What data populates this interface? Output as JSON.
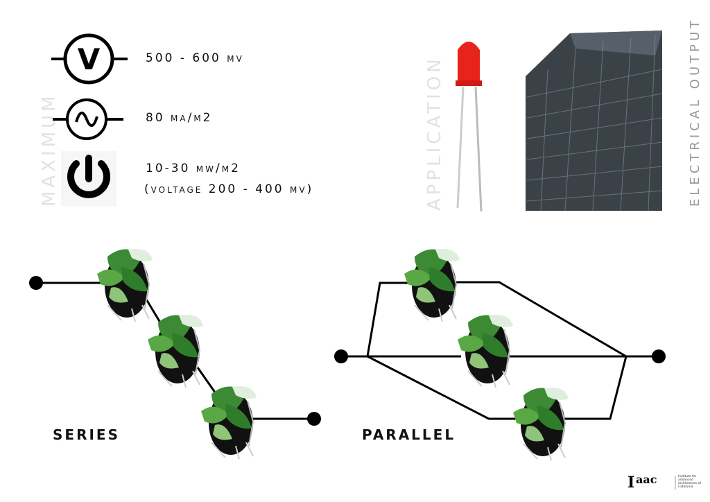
{
  "side_labels": {
    "left": "MAXIMUM",
    "middle": "APPLICATION",
    "right": "ELECTRICAL OUTPUT"
  },
  "specs": [
    {
      "icon": "voltmeter-icon",
      "symbol": "V",
      "text": "500 - 600 mV"
    },
    {
      "icon": "alternating-current-icon",
      "text": "80 mA/m2"
    },
    {
      "icon": "power-icon",
      "text": "10-30 mW/m2",
      "subtext": "(voltage 200 - 400 mV)"
    }
  ],
  "diagrams": {
    "series_label": "SERIES",
    "parallel_label": "PARALLEL"
  },
  "logo": {
    "mark": "Iaac",
    "text": "Institute for advanced architecture of Catalonia"
  },
  "colors": {
    "led": "#e8231c",
    "line": "#000000",
    "plant": "#2f7d2a"
  }
}
